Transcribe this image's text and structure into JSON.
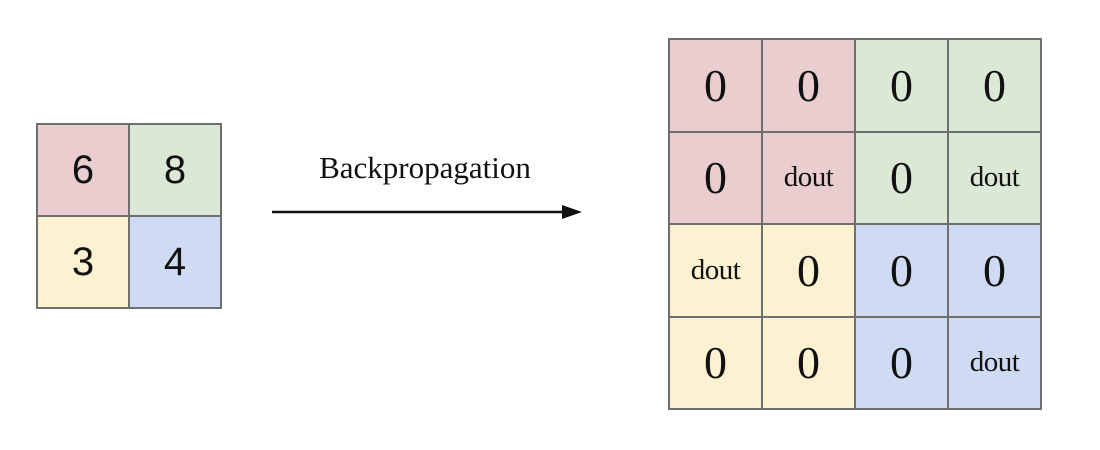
{
  "colors": {
    "red": "#e9cdcf",
    "green": "#dbe8d6",
    "yellow": "#fcf1d0",
    "blue": "#cfdbf3"
  },
  "input_grid": [
    {
      "value": "6",
      "color": "red"
    },
    {
      "value": "8",
      "color": "green"
    },
    {
      "value": "3",
      "color": "yellow"
    },
    {
      "value": "4",
      "color": "blue"
    }
  ],
  "arrow_label": "Backpropagation",
  "output_grid": [
    {
      "value": "0",
      "color": "red"
    },
    {
      "value": "0",
      "color": "red"
    },
    {
      "value": "0",
      "color": "green"
    },
    {
      "value": "0",
      "color": "green"
    },
    {
      "value": "0",
      "color": "red"
    },
    {
      "value": "dout",
      "color": "red"
    },
    {
      "value": "0",
      "color": "green"
    },
    {
      "value": "dout",
      "color": "green"
    },
    {
      "value": "dout",
      "color": "yellow"
    },
    {
      "value": "0",
      "color": "yellow"
    },
    {
      "value": "0",
      "color": "blue"
    },
    {
      "value": "0",
      "color": "blue"
    },
    {
      "value": "0",
      "color": "yellow"
    },
    {
      "value": "0",
      "color": "yellow"
    },
    {
      "value": "0",
      "color": "blue"
    },
    {
      "value": "dout",
      "color": "blue"
    }
  ]
}
